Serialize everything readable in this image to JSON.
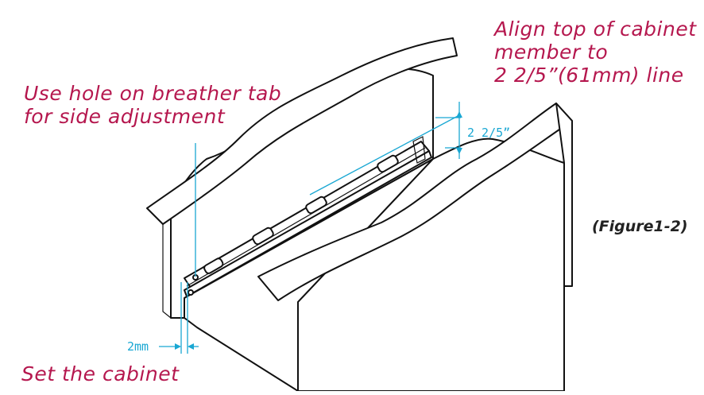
{
  "annotations": {
    "align_top": [
      "Align top of cabinet",
      "member to",
      "2 2/5”(61mm) line"
    ],
    "breather_tab": [
      "Use hole on breather tab",
      "for side adjustment"
    ],
    "set_cabinet": "Set the cabinet"
  },
  "figure_label": "(Figure1-2)",
  "dimensions": {
    "height": "2 2/5”",
    "setback": "2mm"
  },
  "colors": {
    "annotation_text": "#b5174e",
    "dimension_lines": "#19a7d3",
    "outline": "#111111"
  }
}
